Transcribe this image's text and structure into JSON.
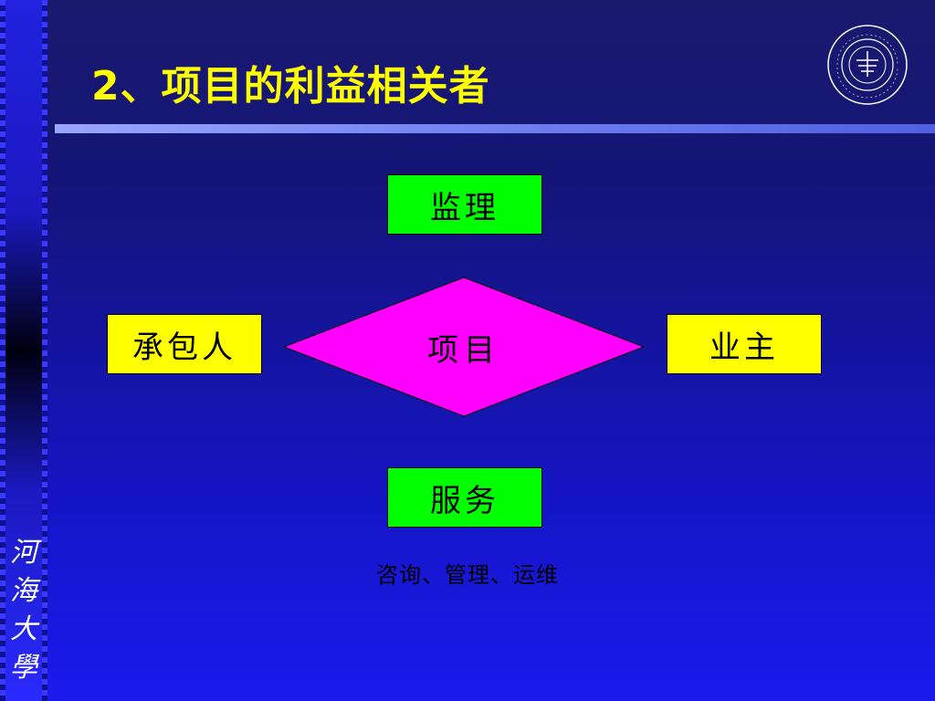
{
  "slide": {
    "title": "2、项目的利益相关者"
  },
  "sidebar": {
    "calligraphy": [
      "河",
      "海",
      "大",
      "學"
    ]
  },
  "logo": {
    "text_ring": "HOHAI UNIVERSITY",
    "text_top": "河 海 大 學"
  },
  "diagram": {
    "top_box": "监理",
    "left_box": "承包人",
    "center": "项目",
    "right_box": "业主",
    "bottom_box": "服务",
    "bottom_note": "咨询、管理、运维"
  },
  "colors": {
    "title": "#ffff00",
    "green_box": "#00ff00",
    "yellow_box": "#ffff00",
    "diamond": "#ff00ff",
    "background": "#1515c8"
  }
}
